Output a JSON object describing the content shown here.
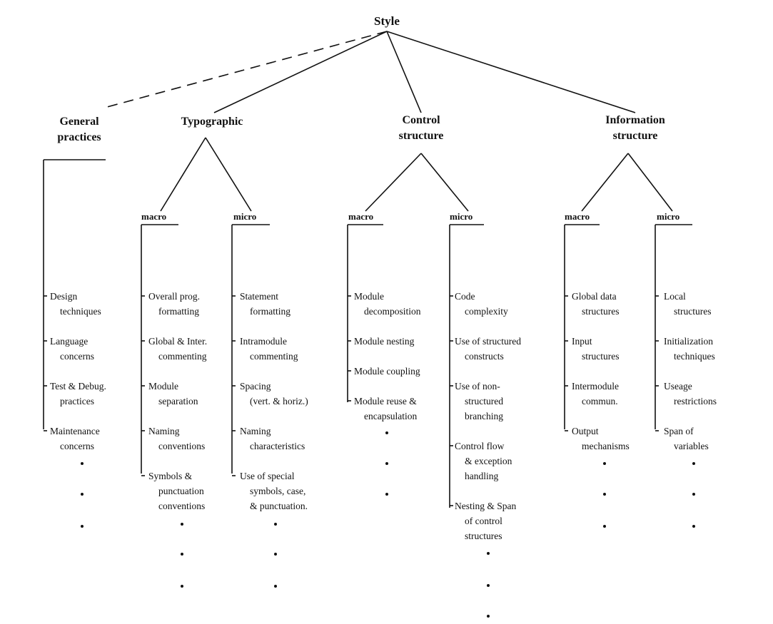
{
  "root": "Style",
  "categories": {
    "general": {
      "title": [
        "General",
        "practices"
      ]
    },
    "typographic": {
      "title": [
        "Typographic"
      ]
    },
    "control": {
      "title": [
        "Control",
        "structure"
      ]
    },
    "information": {
      "title": [
        "Information",
        "structure"
      ]
    }
  },
  "columns": [
    {
      "label": "",
      "items": [
        [
          "Design",
          "techniques"
        ],
        [
          "Language",
          "concerns"
        ],
        [
          "Test & Debug.",
          "practices"
        ],
        [
          "Maintenance",
          "concerns"
        ]
      ]
    },
    {
      "label": "macro",
      "items": [
        [
          "Overall prog.",
          "formatting"
        ],
        [
          "Global & Inter.",
          "commenting"
        ],
        [
          "Module",
          "separation"
        ],
        [
          "Naming",
          "conventions"
        ],
        [
          "Symbols &",
          "punctuation",
          "conventions"
        ]
      ]
    },
    {
      "label": "micro",
      "items": [
        [
          "Statement",
          "formatting"
        ],
        [
          "Intramodule",
          "commenting"
        ],
        [
          "Spacing",
          "(vert. & horiz.)"
        ],
        [
          "Naming",
          "characteristics"
        ],
        [
          "Use of special",
          "symbols, case,",
          "& punctuation."
        ]
      ]
    },
    {
      "label": "macro",
      "items": [
        [
          "Module",
          "decomposition"
        ],
        [
          "Module nesting"
        ],
        [
          "Module coupling"
        ],
        [
          "Module reuse &",
          "encapsulation"
        ]
      ]
    },
    {
      "label": "micro",
      "items": [
        [
          "Code",
          "complexity"
        ],
        [
          "Use of structured",
          "constructs"
        ],
        [
          "Use of non-",
          "structured",
          "branching"
        ],
        [
          "Control flow",
          "& exception",
          "handling"
        ],
        [
          "Nesting & Span",
          "of control",
          "structures"
        ]
      ]
    },
    {
      "label": "macro",
      "items": [
        [
          "Global data",
          "structures"
        ],
        [
          "Input",
          "structures"
        ],
        [
          "Intermodule",
          "commun."
        ],
        [
          "Output",
          "mechanisms"
        ]
      ]
    },
    {
      "label": "micro",
      "items": [
        [
          "Local",
          "structures"
        ],
        [
          "Initialization",
          "techniques"
        ],
        [
          "Useage",
          "restrictions"
        ],
        [
          "Span of",
          "variables"
        ]
      ]
    }
  ]
}
